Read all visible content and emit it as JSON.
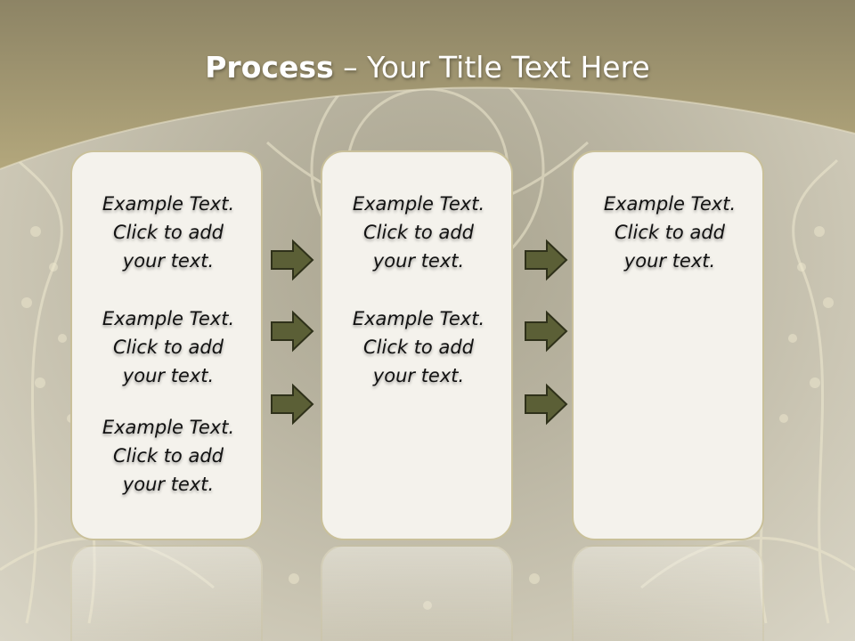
{
  "title": {
    "bold": "Process",
    "rest": " – Your Title Text Here"
  },
  "columns": [
    {
      "items": [
        [
          "Example Text.",
          "Click  to add",
          "your text."
        ],
        [
          "Example Text.",
          "Click  to add",
          "your text."
        ],
        [
          "Example Text.",
          "Click  to add",
          "your text."
        ]
      ]
    },
    {
      "items": [
        [
          "Example Text.",
          "Click  to add",
          "your text."
        ],
        [
          "Example Text.",
          "Click  to add",
          "your text."
        ]
      ]
    },
    {
      "items": [
        [
          "Example Text.",
          "Click  to add",
          "your text."
        ]
      ]
    }
  ],
  "colors": {
    "header": "#a89c73",
    "arrow": "#5b5f36",
    "box": "#f4f2ec",
    "box_border": "#c9c09a"
  }
}
